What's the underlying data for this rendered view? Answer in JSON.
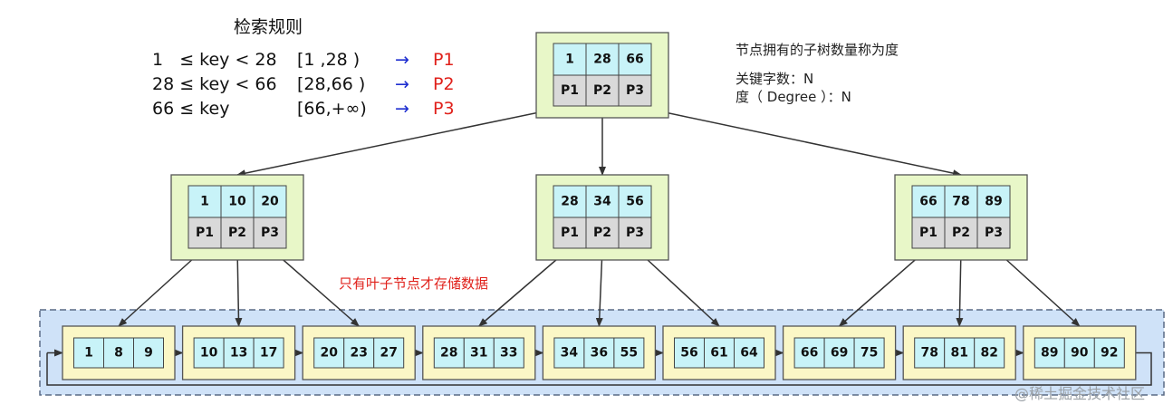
{
  "rules": {
    "title": "检索规则",
    "lines": [
      {
        "cond": "1   ≤ key < 28",
        "range": "[1 ,28 )",
        "arrow": "→",
        "ptr": "P1"
      },
      {
        "cond": "28 ≤ key < 66",
        "range": "[28,66 )",
        "arrow": "→",
        "ptr": "P2"
      },
      {
        "cond": "66 ≤ key",
        "range": "[66,+∞)",
        "arrow": "→",
        "ptr": "P3"
      }
    ]
  },
  "notes": {
    "degree_def": "节点拥有的子树数量称为度",
    "keys_count": "关键字数：N",
    "degree": "度（ Degree ）：N",
    "leaf_only": "只有叶子节点才存储数据"
  },
  "tree": {
    "root": {
      "keys": [
        "1",
        "28",
        "66"
      ],
      "ptrs": [
        "P1",
        "P2",
        "P3"
      ]
    },
    "internal": [
      {
        "keys": [
          "1",
          "10",
          "20"
        ],
        "ptrs": [
          "P1",
          "P2",
          "P3"
        ]
      },
      {
        "keys": [
          "28",
          "34",
          "56"
        ],
        "ptrs": [
          "P1",
          "P2",
          "P3"
        ]
      },
      {
        "keys": [
          "66",
          "78",
          "89"
        ],
        "ptrs": [
          "P1",
          "P2",
          "P3"
        ]
      }
    ],
    "leaves": [
      [
        "1",
        "8",
        "9"
      ],
      [
        "10",
        "13",
        "17"
      ],
      [
        "20",
        "23",
        "27"
      ],
      [
        "28",
        "31",
        "33"
      ],
      [
        "34",
        "36",
        "55"
      ],
      [
        "56",
        "61",
        "64"
      ],
      [
        "66",
        "69",
        "75"
      ],
      [
        "78",
        "81",
        "82"
      ],
      [
        "89",
        "90",
        "92"
      ]
    ]
  },
  "colors": {
    "node_outer": "#e8f7c8",
    "leaf_outer": "#fbf7c6",
    "key_cell": "#c8f3f8",
    "ptr_cell": "#d9d9d9",
    "leaf_region": "#cfe2f8"
  },
  "watermark": "@稀土掘金技术社区"
}
